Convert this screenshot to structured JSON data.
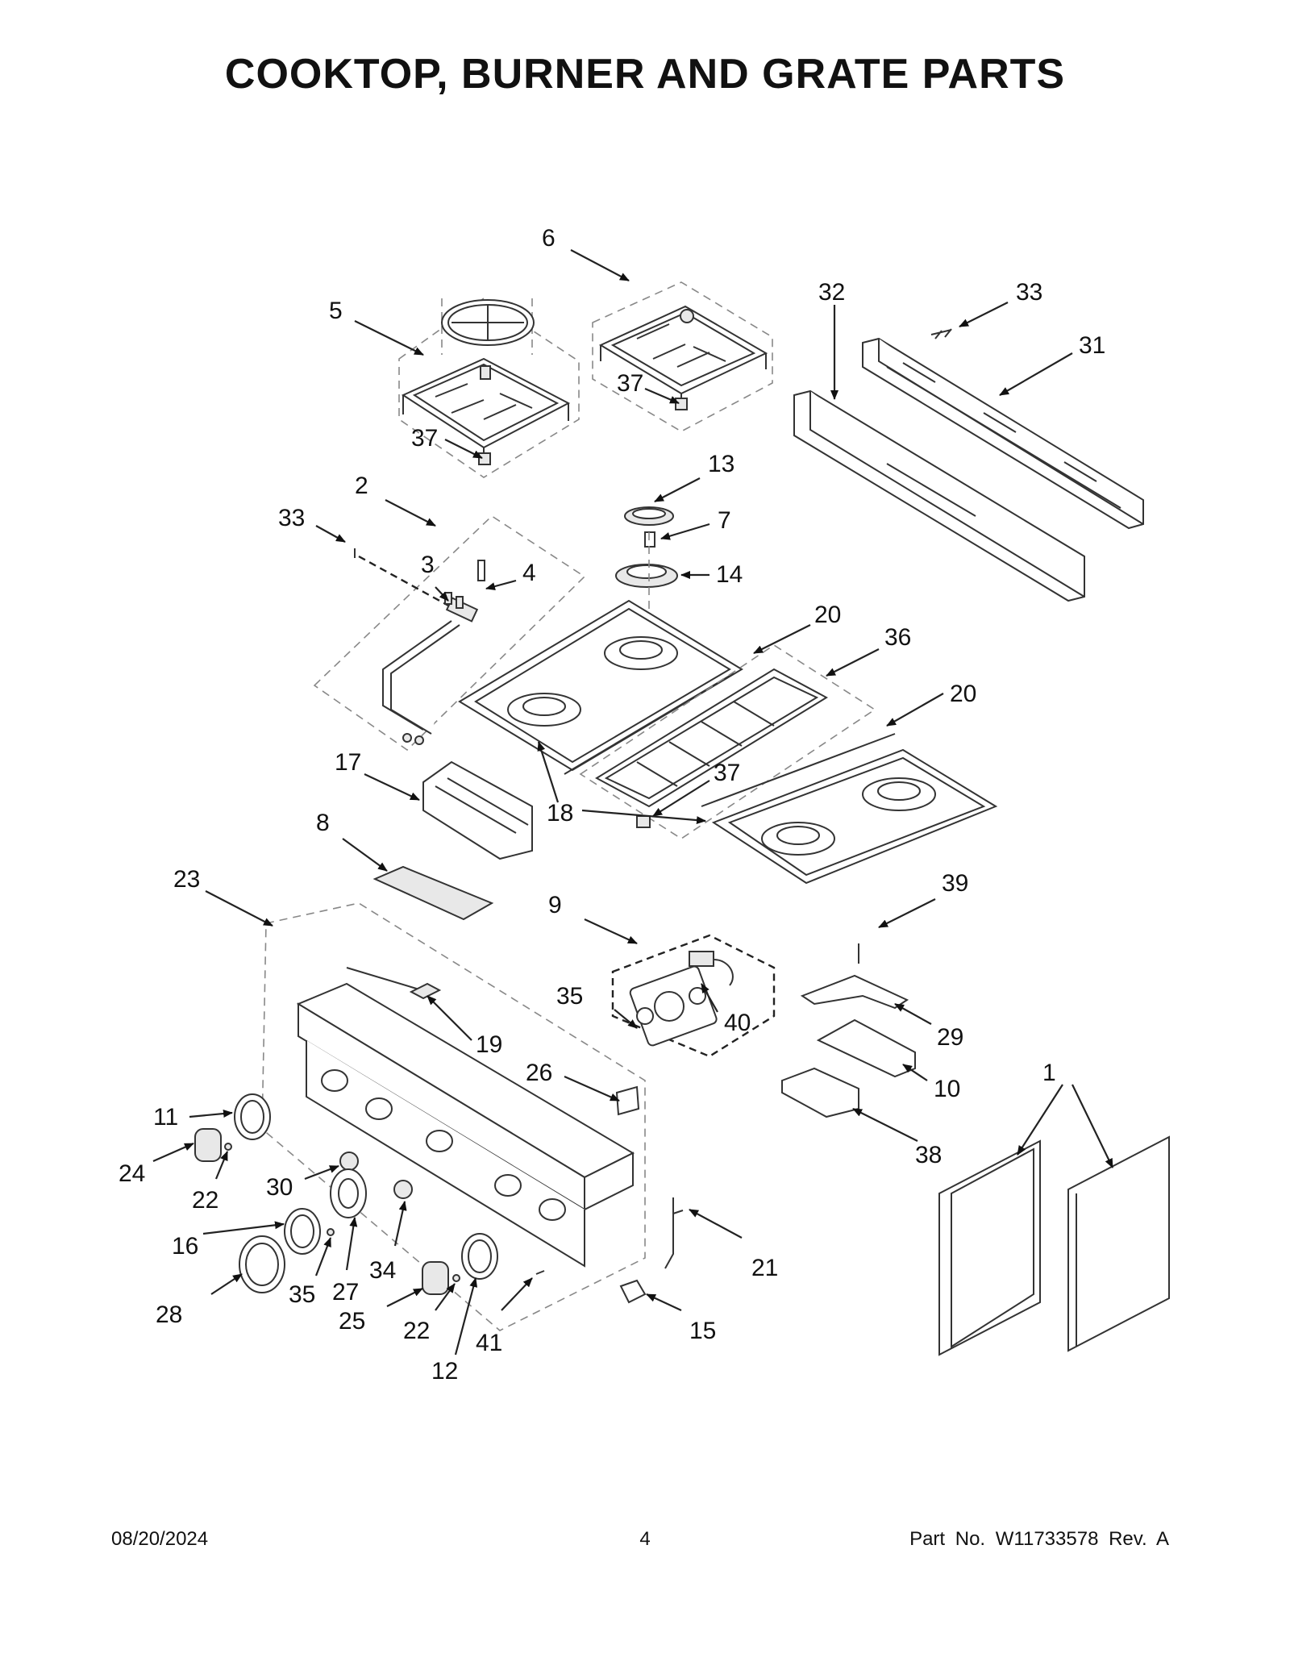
{
  "title": "COOKTOP, BURNER AND GRATE PARTS",
  "callouts": [
    {
      "id": "c1",
      "text": "1"
    },
    {
      "id": "c2",
      "text": "2"
    },
    {
      "id": "c3",
      "text": "3"
    },
    {
      "id": "c4",
      "text": "4"
    },
    {
      "id": "c5",
      "text": "5"
    },
    {
      "id": "c6",
      "text": "6"
    },
    {
      "id": "c7",
      "text": "7"
    },
    {
      "id": "c8",
      "text": "8"
    },
    {
      "id": "c9",
      "text": "9"
    },
    {
      "id": "c10",
      "text": "10"
    },
    {
      "id": "c11",
      "text": "11"
    },
    {
      "id": "c12",
      "text": "12"
    },
    {
      "id": "c13",
      "text": "13"
    },
    {
      "id": "c14",
      "text": "14"
    },
    {
      "id": "c15",
      "text": "15"
    },
    {
      "id": "c16",
      "text": "16"
    },
    {
      "id": "c17",
      "text": "17"
    },
    {
      "id": "c18",
      "text": "18"
    },
    {
      "id": "c19",
      "text": "19"
    },
    {
      "id": "c20a",
      "text": "20"
    },
    {
      "id": "c20b",
      "text": "20"
    },
    {
      "id": "c21",
      "text": "21"
    },
    {
      "id": "c22a",
      "text": "22"
    },
    {
      "id": "c22b",
      "text": "22"
    },
    {
      "id": "c23",
      "text": "23"
    },
    {
      "id": "c24",
      "text": "24"
    },
    {
      "id": "c25",
      "text": "25"
    },
    {
      "id": "c26",
      "text": "26"
    },
    {
      "id": "c27",
      "text": "27"
    },
    {
      "id": "c28",
      "text": "28"
    },
    {
      "id": "c29",
      "text": "29"
    },
    {
      "id": "c30",
      "text": "30"
    },
    {
      "id": "c31",
      "text": "31"
    },
    {
      "id": "c32",
      "text": "32"
    },
    {
      "id": "c33a",
      "text": "33"
    },
    {
      "id": "c33b",
      "text": "33"
    },
    {
      "id": "c34",
      "text": "34"
    },
    {
      "id": "c35a",
      "text": "35"
    },
    {
      "id": "c35b",
      "text": "35"
    },
    {
      "id": "c36",
      "text": "36"
    },
    {
      "id": "c37a",
      "text": "37"
    },
    {
      "id": "c37b",
      "text": "37"
    },
    {
      "id": "c37c",
      "text": "37"
    },
    {
      "id": "c38",
      "text": "38"
    },
    {
      "id": "c39",
      "text": "39"
    },
    {
      "id": "c40",
      "text": "40"
    },
    {
      "id": "c41",
      "text": "41"
    }
  ],
  "footer": {
    "date": "08/20/2024",
    "page": "4",
    "part": "Part No.  W11733578  Rev.  A"
  }
}
